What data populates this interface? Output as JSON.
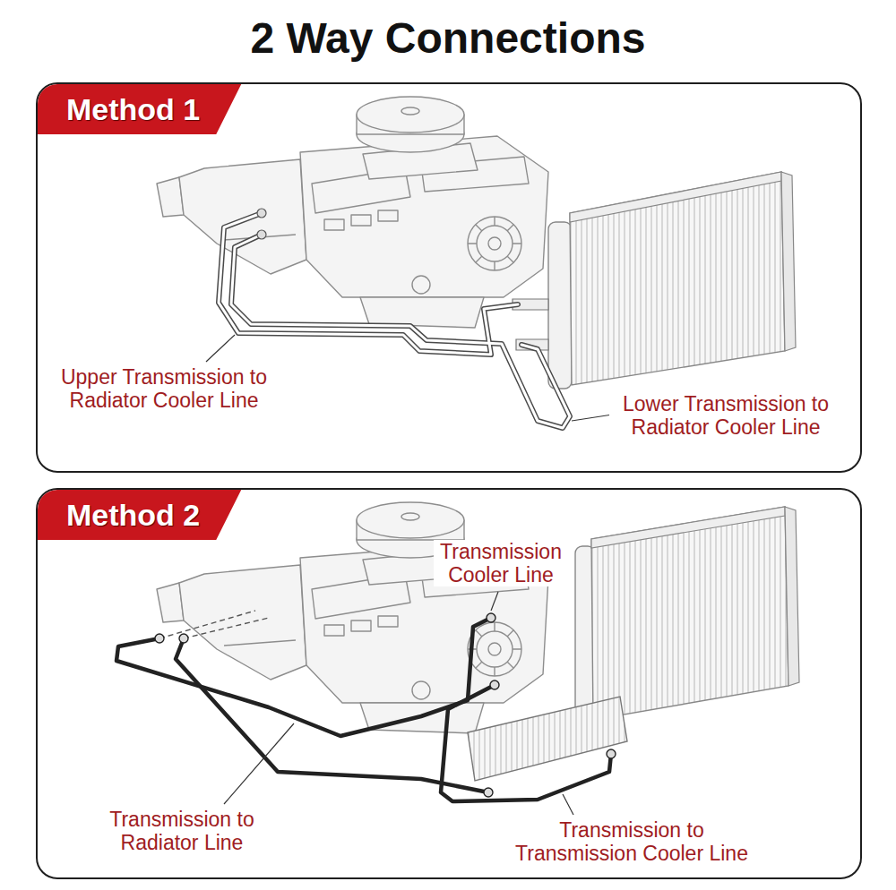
{
  "diagram": {
    "title": "2 Way Connections",
    "nodes": [
      {
        "text": [
          "Method 1"
        ]
      },
      {
        "text": [
          "Method 2"
        ]
      }
    ],
    "labels": [
      "Upper Transmission to Radiator Cooler Line",
      "Lower Transmission to Radiator Cooler Line",
      "Transmission Cooler Line",
      "Transmission to Radiator Line",
      "Transmission to Transmission Cooler Line"
    ]
  }
}
